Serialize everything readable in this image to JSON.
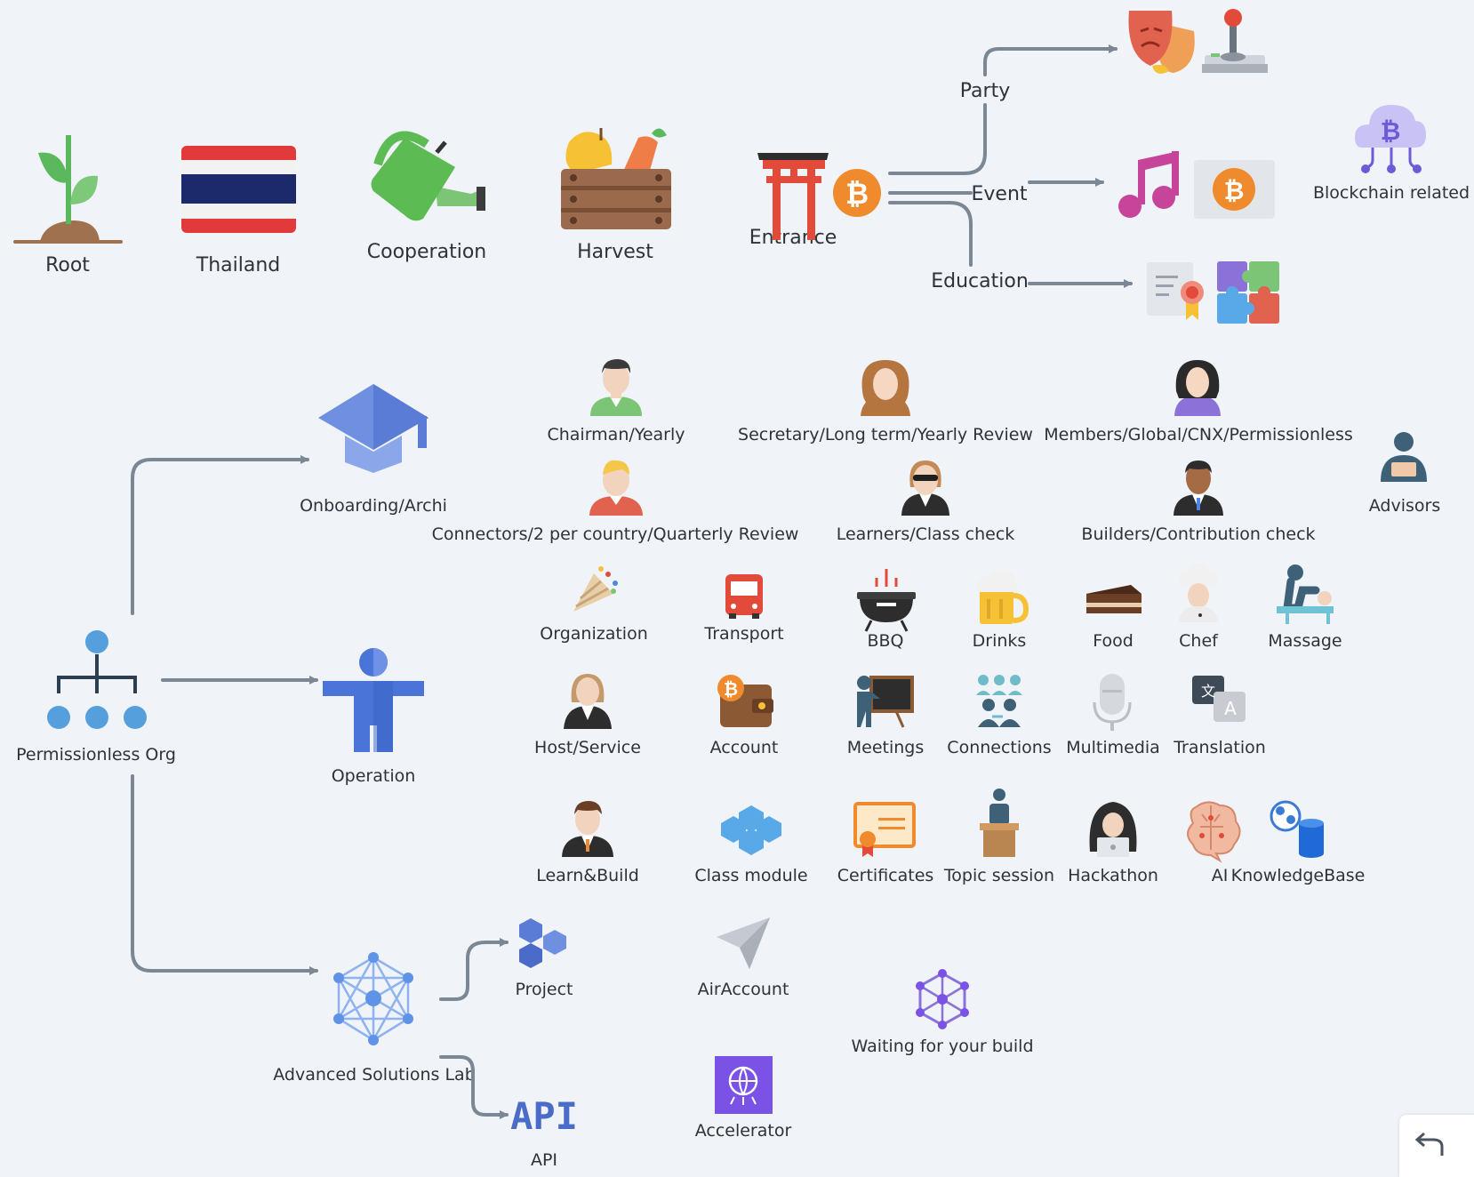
{
  "top_row": {
    "root": "Root",
    "thailand": "Thailand",
    "cooperation": "Cooperation",
    "harvest": "Harvest",
    "entrance": "Entrance",
    "party": "Party",
    "event": "Event",
    "education": "Education",
    "blockchain": "Blockchain related"
  },
  "org": {
    "permissionless": "Permissionless Org",
    "onboarding": "Onboarding/Archi",
    "operation": "Operation",
    "asl": "Advanced Solutions Lab",
    "project": "Project",
    "api": "API",
    "airaccount": "AirAccount",
    "accelerator": "Accelerator",
    "waiting": "Waiting for your build"
  },
  "roles": {
    "chairman": "Chairman/Yearly",
    "secretary": "Secretary/Long term/Yearly Review",
    "members": "Members/Global/CNX/Permissionless",
    "advisors": "Advisors",
    "connectors": "Connectors/2 per country/Quarterly Review",
    "learners": "Learners/Class check",
    "builders": "Builders/Contribution check"
  },
  "ops": {
    "organization": "Organization",
    "transport": "Transport",
    "bbq": "BBQ",
    "drinks": "Drinks",
    "food": "Food",
    "chef": "Chef",
    "massage": "Massage",
    "host": "Host/Service",
    "account": "Account",
    "meetings": "Meetings",
    "connections": "Connections",
    "multimedia": "Multimedia",
    "translation": "Translation",
    "learnbuild": "Learn&Build",
    "classmodule": "Class module",
    "certificates": "Certificates",
    "topic": "Topic session",
    "hackathon": "Hackathon",
    "ai": "AI",
    "knowledgebase": "KnowledgeBase"
  },
  "icon_text": {
    "api_glyph": "API",
    "bitcoin_glyph": "₿"
  },
  "colors": {
    "connector": "#7b8794",
    "google_blue": "#4a86e8",
    "bitcoin": "#ef8b2c"
  }
}
